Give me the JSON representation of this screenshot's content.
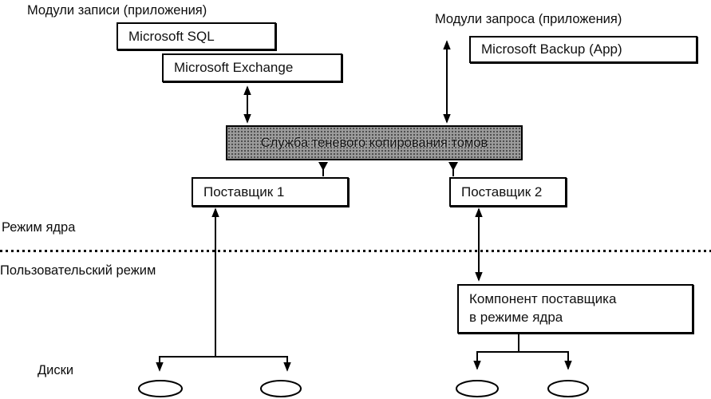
{
  "diagram": {
    "labels": {
      "writers": "Модули записи (приложения)",
      "requestors": "Модули запроса (приложения)",
      "kernel_mode": "Режим ядра",
      "user_mode": "Пользовательский режим",
      "disks": "Диски"
    },
    "boxes": {
      "sql": "Microsoft SQL",
      "exchange": "Microsoft Exchange",
      "backup": "Microsoft Backup (App)",
      "vss_service": "Служба теневого копирования томов",
      "provider1": "Поставщик 1",
      "provider2": "Поставщик 2",
      "kernel_component": {
        "line1": "Компонент поставщика",
        "line2": "в режиме ядра"
      }
    },
    "colors": {
      "box_border": "#000000",
      "box_fill": "#ffffff",
      "service_fill": "#9c9c9c",
      "background": "#ffffff"
    }
  }
}
